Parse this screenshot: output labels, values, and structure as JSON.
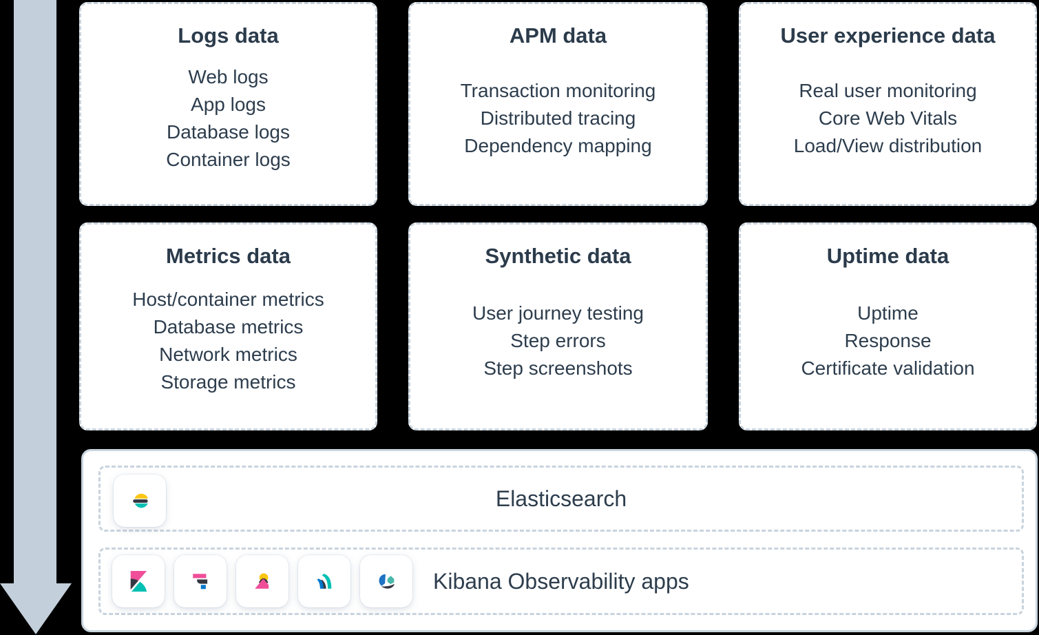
{
  "colors": {
    "background": "#000000",
    "card_bg": "#ffffff",
    "dashed_border": "#c8d3dd",
    "solid_border": "#c9d5de",
    "arrow": "#c3cfda",
    "text": "#2d3d4d",
    "brand_pink": "#F04E98",
    "brand_teal": "#00BFB3",
    "brand_yellow": "#FEC514",
    "brand_blue": "#0077CC",
    "brand_dark": "#343741",
    "uptime_teal": "#49b8aa",
    "uptime_blue": "#1e73c4"
  },
  "cards": [
    {
      "title": "Logs data",
      "items": [
        "Web logs",
        "App logs",
        "Database logs",
        "Container logs"
      ]
    },
    {
      "title": "APM data",
      "items": [
        "Transaction monitoring",
        "Distributed tracing",
        "Dependency mapping"
      ]
    },
    {
      "title": "User experience data",
      "items": [
        "Real user monitoring",
        "Core Web Vitals",
        "Load/View distribution"
      ]
    },
    {
      "title": "Metrics data",
      "items": [
        "Host/container metrics",
        "Database metrics",
        "Network metrics",
        "Storage metrics"
      ]
    },
    {
      "title": "Synthetic data",
      "items": [
        "User journey testing",
        "Step errors",
        "Step screenshots"
      ]
    },
    {
      "title": "Uptime data",
      "items": [
        "Uptime",
        "Response",
        "Certificate validation"
      ]
    }
  ],
  "platform": {
    "elasticsearch_label": "Elasticsearch",
    "kibana_label": "Kibana Observability apps",
    "icons": [
      "elasticsearch-logo",
      "kibana-logo",
      "logs-app-icon",
      "metrics-app-icon",
      "apm-app-icon",
      "uptime-app-icon"
    ]
  }
}
